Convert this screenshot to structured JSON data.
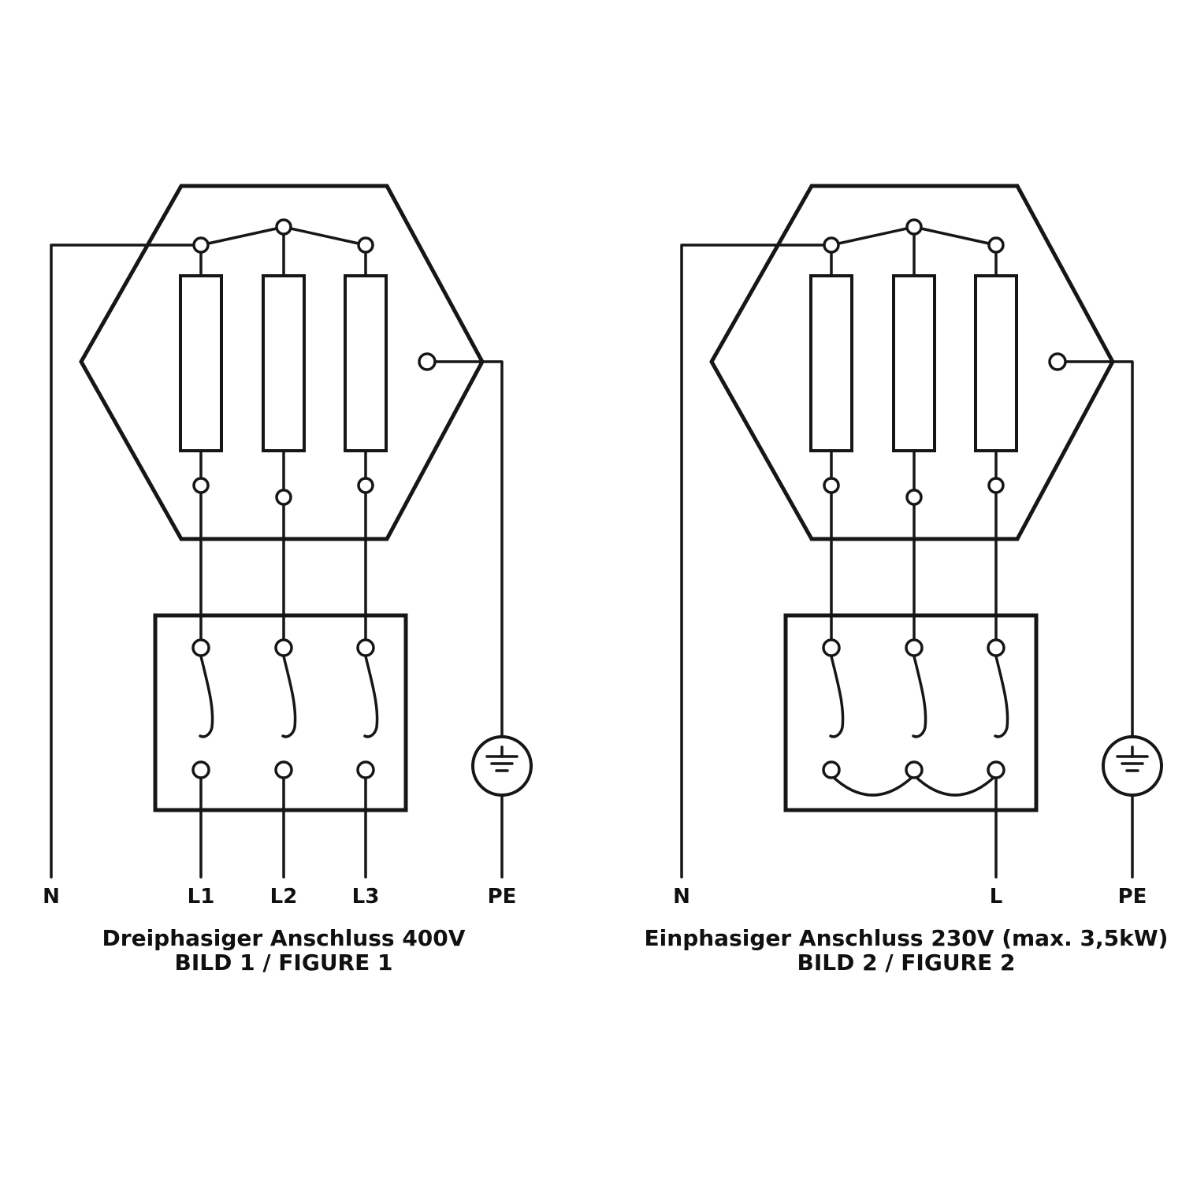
{
  "colors": {
    "line": "#161616",
    "background": "#ffffff"
  },
  "figure1": {
    "caption_line1": "Dreiphasiger Anschluss 400V",
    "caption_line2": "BILD 1 / FIGURE 1",
    "terminals": {
      "n": "N",
      "l1": "L1",
      "l2": "L2",
      "l3": "L3",
      "pe": "PE"
    }
  },
  "figure2": {
    "caption_line1": "Einphasiger Anschluss 230V (max. 3,5kW)",
    "caption_line2": "BILD 2 / FIGURE 2",
    "terminals": {
      "n": "N",
      "l": "L",
      "pe": "PE"
    }
  }
}
